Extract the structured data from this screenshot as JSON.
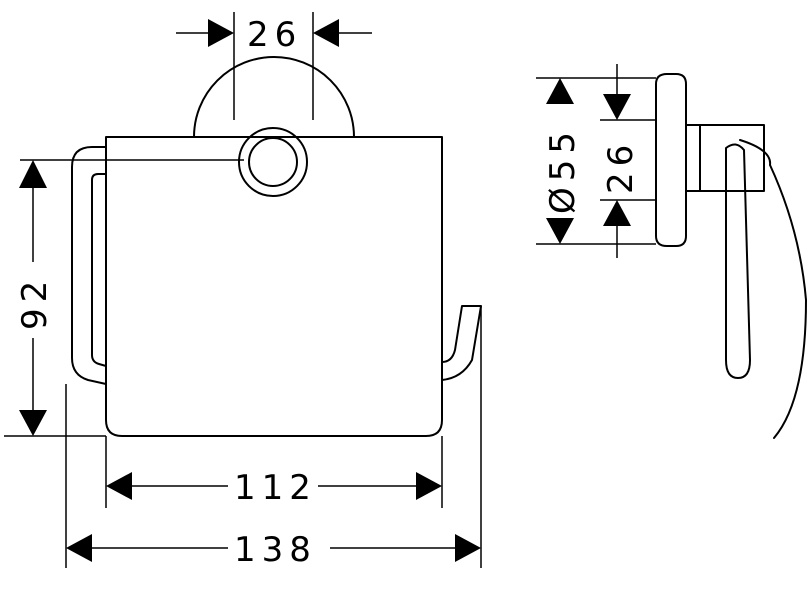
{
  "dimensions": {
    "top_width": "26",
    "height": "92",
    "cover_width": "112",
    "overall_width": "138",
    "rosette_diameter": "Ø55",
    "side_mount": "26"
  }
}
